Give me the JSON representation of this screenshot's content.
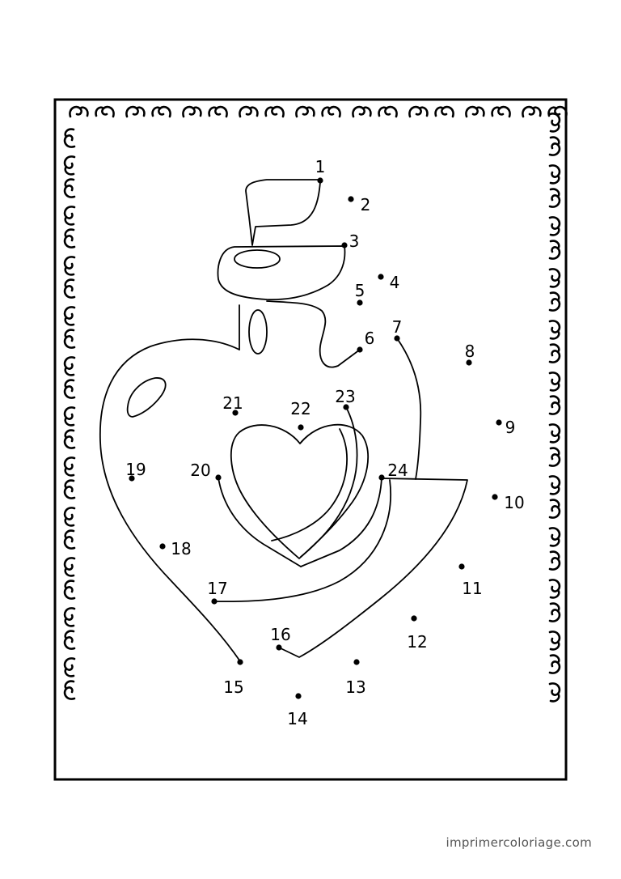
{
  "footer": {
    "watermark": "imprimercoloriage.com"
  },
  "dots": [
    {
      "n": "1"
    },
    {
      "n": "2"
    },
    {
      "n": "3"
    },
    {
      "n": "4"
    },
    {
      "n": "5"
    },
    {
      "n": "6"
    },
    {
      "n": "7"
    },
    {
      "n": "8"
    },
    {
      "n": "9"
    },
    {
      "n": "10"
    },
    {
      "n": "11"
    },
    {
      "n": "12"
    },
    {
      "n": "13"
    },
    {
      "n": "14"
    },
    {
      "n": "15"
    },
    {
      "n": "16"
    },
    {
      "n": "17"
    },
    {
      "n": "18"
    },
    {
      "n": "19"
    },
    {
      "n": "20"
    },
    {
      "n": "21"
    },
    {
      "n": "22"
    },
    {
      "n": "23"
    },
    {
      "n": "24"
    }
  ],
  "colors": {
    "ink": "#000000",
    "paper": "#ffffff",
    "watermark": "#555555"
  },
  "icons": {
    "border-ornament": "curl-scroll-icon"
  }
}
